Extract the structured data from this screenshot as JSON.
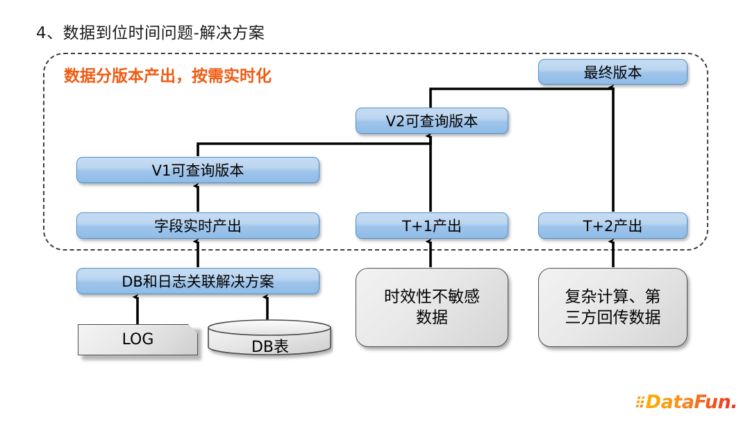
{
  "slide": {
    "title": "4、数据到位时间问题-解决方案",
    "callout": "数据分版本产出，按需实时化",
    "callout_color": "#ef5b12"
  },
  "boxes": {
    "final_version": "最终版本",
    "v2_queryable": "V2可查询版本",
    "v1_queryable": "V1可查询版本",
    "field_realtime": "字段实时产出",
    "t_plus_1": "T+1产出",
    "t_plus_2": "T+2产出",
    "db_log_join": "DB和日志关联解决方案",
    "time_insensitive_data": "时效性不敏感\n数据",
    "time_insensitive_data_line1": "时效性不敏感",
    "time_insensitive_data_line2": "数据",
    "complex_calc_line1": "复杂计算、第",
    "complex_calc_line2": "三方回传数据",
    "log_source": "LOG",
    "db_table_source": "DB表"
  },
  "colors": {
    "blue_box_fill": "#9ec4ea",
    "blue_box_border": "#4d8fcc",
    "gray_box_fill": "#e8e8e8",
    "gray_box_border": "#4a4a4a",
    "accent_orange": "#ef5b12",
    "connector": "#000000",
    "dashed_border": "#3c3c3c"
  },
  "logo": {
    "text": "DataFun."
  }
}
